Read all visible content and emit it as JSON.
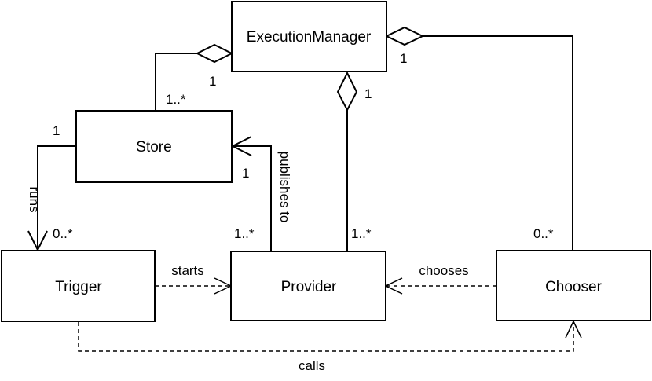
{
  "classes": {
    "execution_manager": "ExecutionManager",
    "store": "Store",
    "trigger": "Trigger",
    "provider": "Provider",
    "chooser": "Chooser"
  },
  "multiplicities": {
    "em_store_em_side": "1",
    "em_store_store_side": "1..*",
    "store_trigger_store_side": "1",
    "store_trigger_trigger_side": "0..*",
    "provider_store_store_side": "1",
    "provider_store_provider_side": "1..*",
    "em_provider_em_side": "1",
    "em_provider_provider_side": "1..*",
    "em_chooser_em_side": "1",
    "em_chooser_chooser_side": "0..*"
  },
  "relations": {
    "runs": "runs",
    "publishes_to": "publishes to",
    "starts": "starts",
    "chooses": "chooses",
    "calls": "calls"
  }
}
